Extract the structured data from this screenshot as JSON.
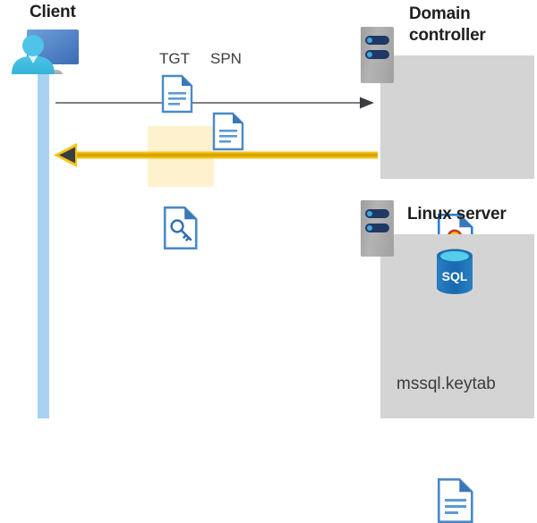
{
  "diagram": {
    "type": "kerberos-authentication-flow",
    "background": "#ffffff",
    "colors": {
      "lifeline": "#a9d2f2",
      "zone_box": "#d4d4d4",
      "highlight": "#fdf2cd",
      "arrow_dark": "#53565a",
      "arrow_gold": "#f0c020",
      "doc_blue": "#4a89c8",
      "accent_blue": "#2f6fb0",
      "seal_gold": "#f0c419",
      "seal_ribbon": "#b22222",
      "sql_blue": "#1b6cb5",
      "text": "#1f1f1f"
    }
  },
  "client": {
    "title": "Client",
    "icon": "user-workstation-icon",
    "lifeline": "client-lifeline"
  },
  "tickets": [
    {
      "label": "TGT",
      "icon": "document-icon",
      "name": "tgt-document"
    },
    {
      "label": "SPN",
      "icon": "document-icon",
      "name": "spn-document"
    }
  ],
  "highlighted_ticket": {
    "icon": "document-key-icon",
    "name": "service-ticket-key-document",
    "highlight_color": "#fdf2cd"
  },
  "domain_controller": {
    "title_line1": "Domain",
    "title_line2": "controller",
    "server_icon": "server-rack-icon",
    "contents": [
      {
        "icon": "certificate-document-icon",
        "name": "certificate-document"
      }
    ]
  },
  "linux_server": {
    "title": "Linux server",
    "server_icon": "server-rack-icon",
    "contents": [
      {
        "icon": "sql-database-icon",
        "name": "sql-database",
        "label": "SQL"
      },
      {
        "icon": "document-icon",
        "name": "keytab-document",
        "label": "mssql.keytab"
      }
    ]
  },
  "flows": [
    {
      "name": "request-arrow",
      "direction": "right",
      "from": "client",
      "to": "domain-controller",
      "style": "thin-dark-line",
      "color": "#53565a"
    },
    {
      "name": "response-arrow",
      "direction": "left",
      "from": "domain-controller",
      "to": "client",
      "style": "thick-gold-line",
      "color": "#f0c020"
    }
  ]
}
